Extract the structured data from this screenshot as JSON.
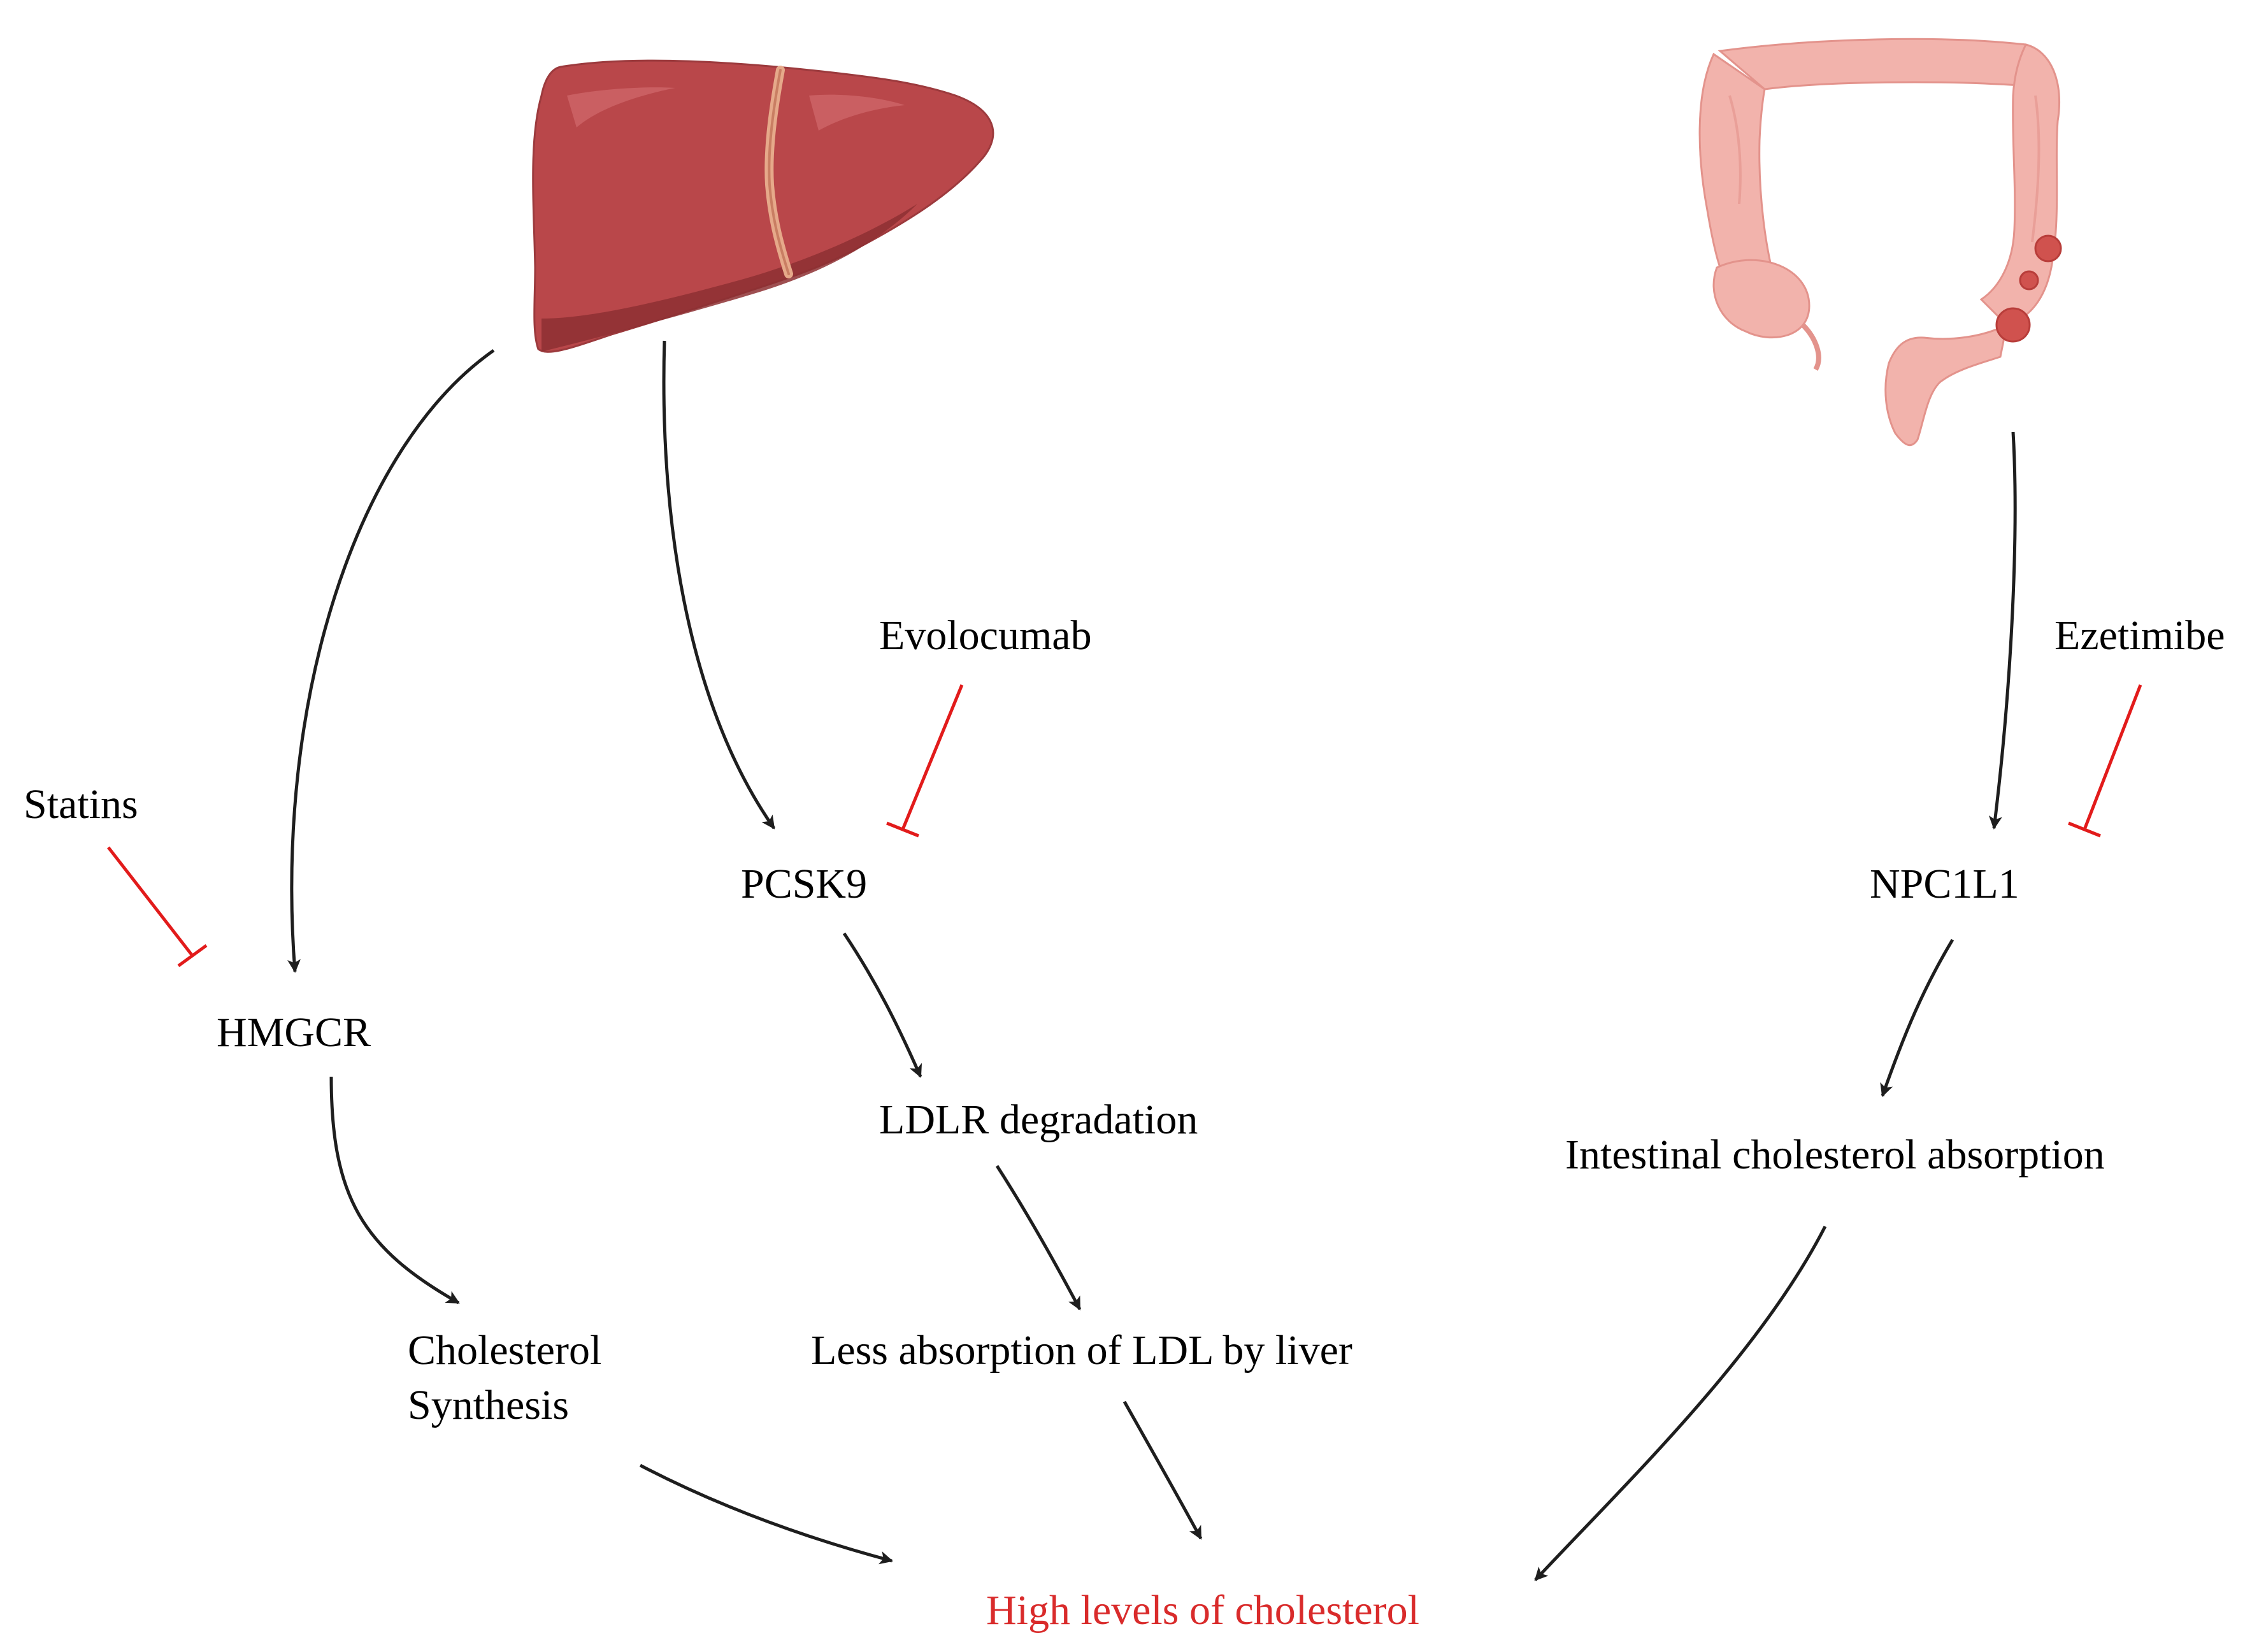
{
  "organs": {
    "liver": {
      "icon": "liver-icon"
    },
    "intestine": {
      "icon": "intestine-icon"
    }
  },
  "nodes": {
    "statins": "Statins",
    "evolocumab": "Evolocumab",
    "ezetimibe": "Ezetimibe",
    "hmgcr": "HMGCR",
    "pcsk9": "PCSK9",
    "npc1l1": "NPC1L1",
    "cholesterol_synthesis": "Cholesterol\nSynthesis",
    "ldlr_degradation": "LDLR degradation",
    "less_absorption": "Less absorption of LDL by liver",
    "intestinal_absorption": "Intestinal cholesterol absorption",
    "high_levels": "High levels of cholesterol"
  },
  "colors": {
    "activation": "#1e1e1e",
    "inhibition": "#e21b1b",
    "outcome_text": "#d92b2b",
    "liver": "#b9474a",
    "intestine": "#f2b3ac"
  }
}
